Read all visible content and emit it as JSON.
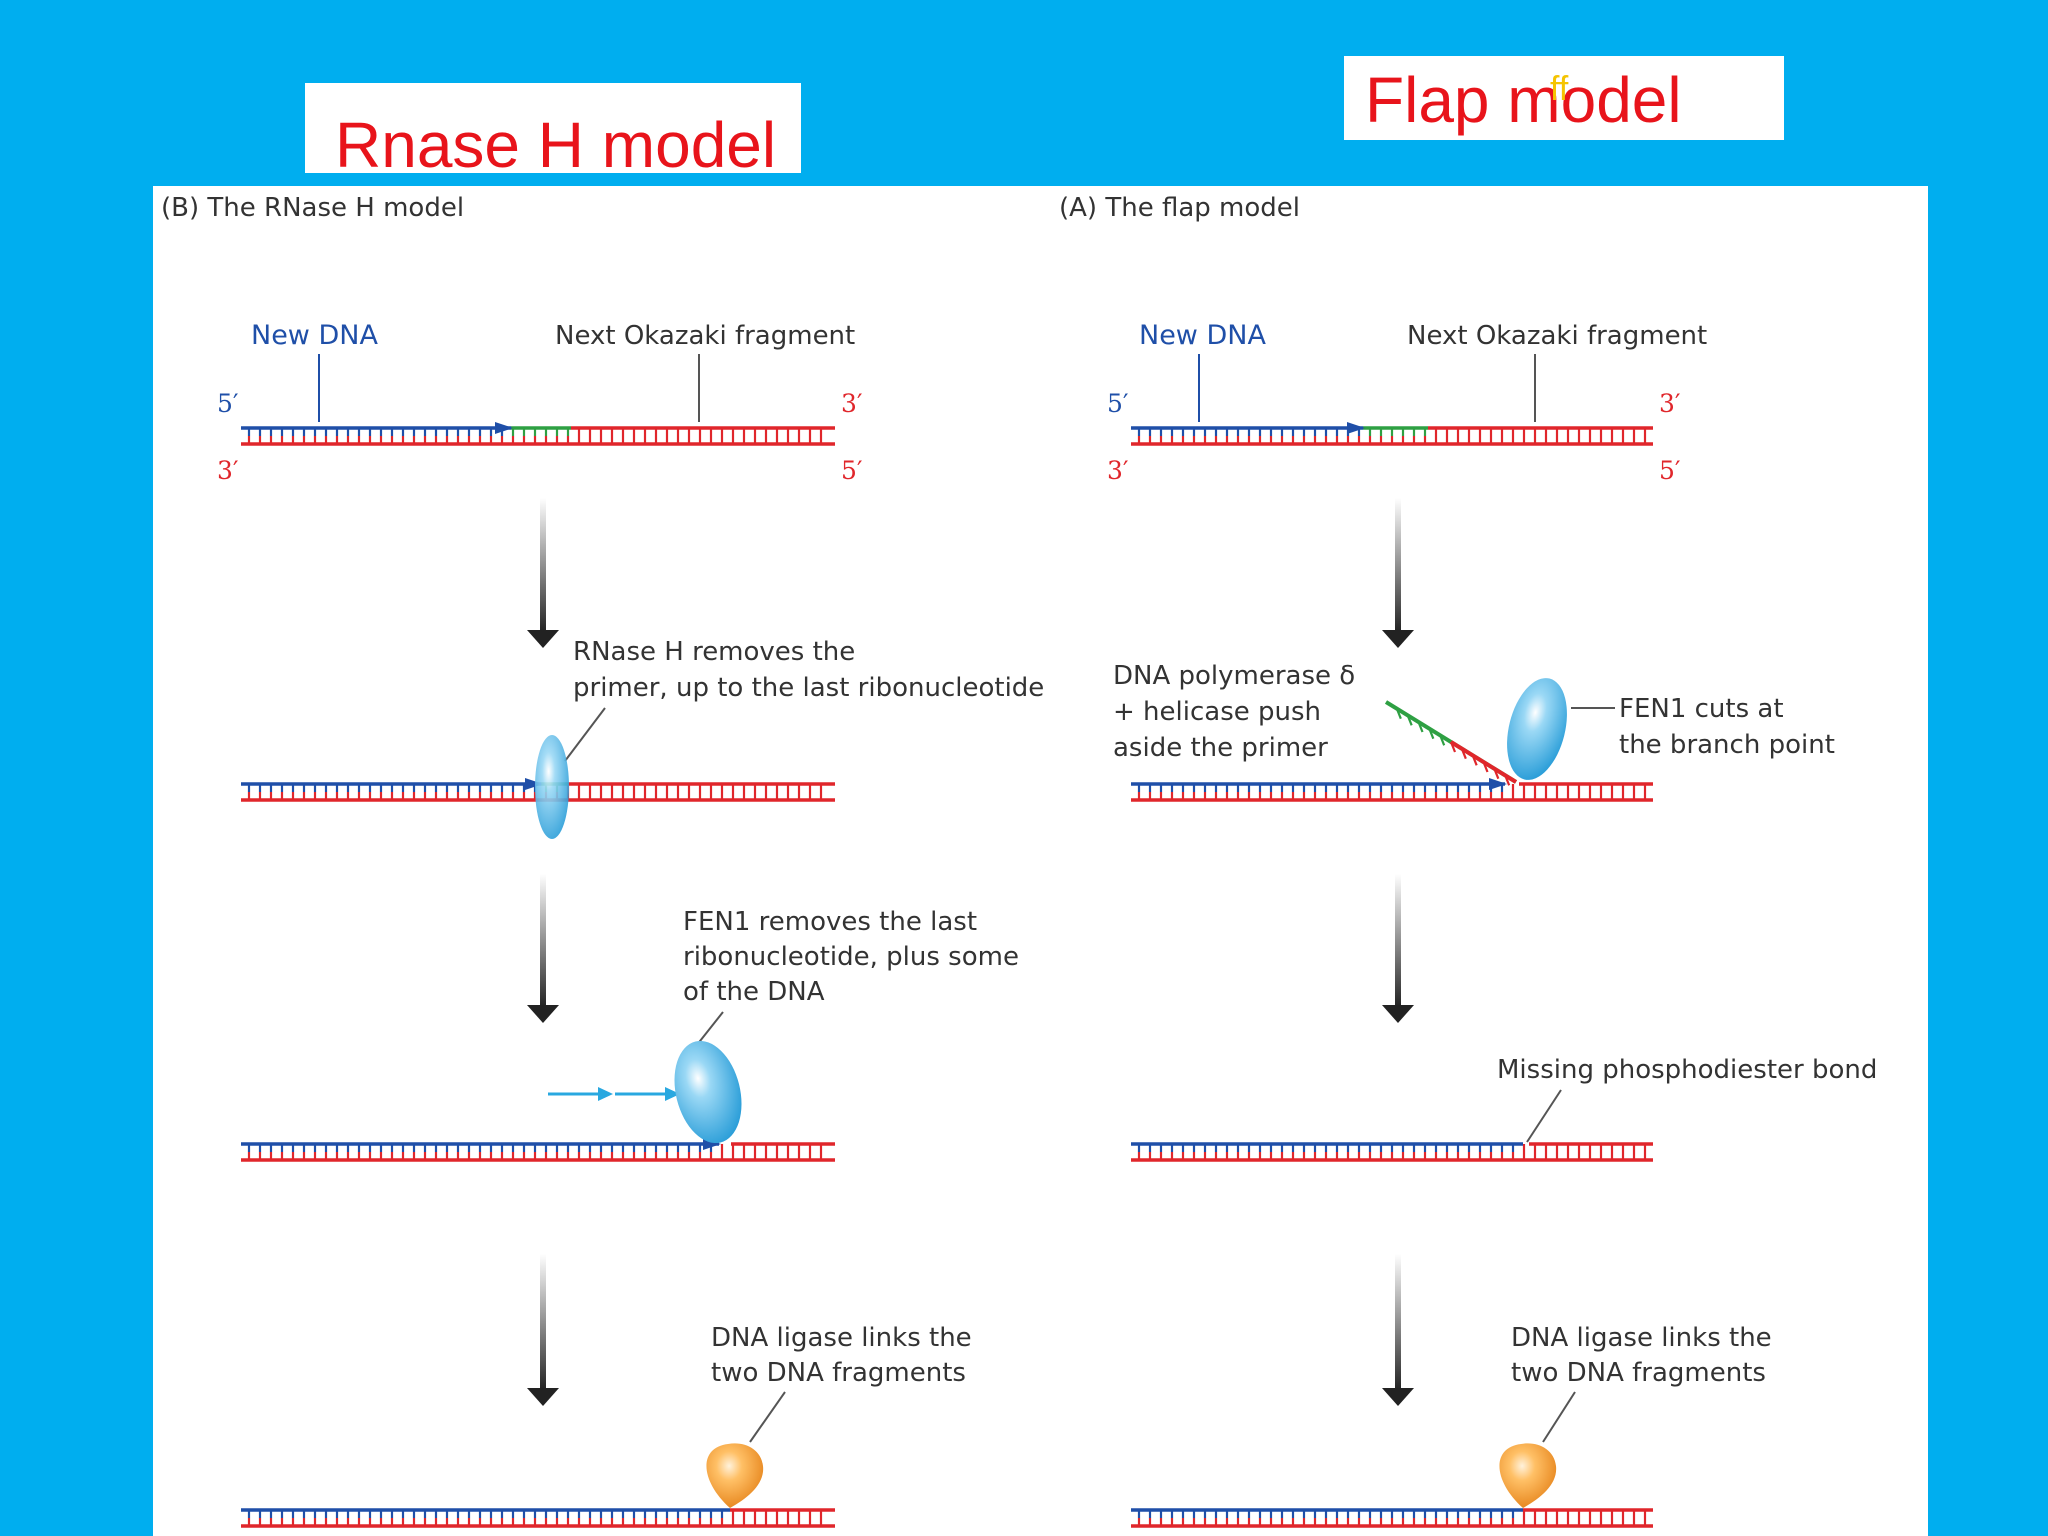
{
  "slide_titles": {
    "left": "Rnase H model",
    "right": "Flap model",
    "stray_glyph": "ff"
  },
  "colors": {
    "background": "#00aeef",
    "title_text": "#e8141b",
    "new_dna_strand": "#1f4fa8",
    "template_strand": "#e0262b",
    "rna_primer": "#2ea043",
    "enzyme_fen1": "#29a8e0",
    "ligase": "#f39a2b"
  },
  "panel_b": {
    "heading": "(B) The RNase H model",
    "new_dna_label": "New DNA",
    "okazaki_label": "Next Okazaki fragment",
    "end_5_top": "5′",
    "end_3_top": "3′",
    "end_3_bottom": "3′",
    "end_5_bottom": "5′",
    "step1_lines": [
      "RNase H removes the",
      "primer, up to the last ribonucleotide"
    ],
    "step2_lines": [
      "FEN1 removes the last",
      "ribonucleotide, plus some",
      "of the DNA"
    ],
    "step3_lines": [
      "DNA ligase links the",
      "two DNA fragments"
    ]
  },
  "panel_a": {
    "heading": "(A) The flap model",
    "new_dna_label": "New DNA",
    "okazaki_label": "Next Okazaki fragment",
    "end_5_top": "5′",
    "end_3_top": "3′",
    "end_3_bottom": "3′",
    "end_5_bottom": "5′",
    "polymerase_lines": [
      "DNA polymerase δ",
      "+ helicase push",
      "aside the primer"
    ],
    "fen1_lines": [
      "FEN1 cuts at",
      "the branch point"
    ],
    "missing_bond_label": "Missing phosphodiester bond",
    "ligase_lines": [
      "DNA ligase links the",
      "two DNA fragments"
    ]
  }
}
